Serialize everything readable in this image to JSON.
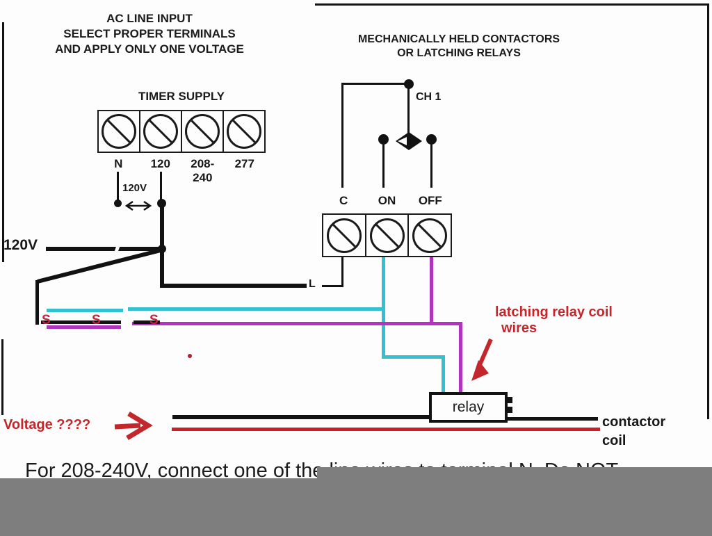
{
  "titles": {
    "ac_line": [
      "AC LINE INPUT",
      "SELECT PROPER TERMINALS",
      "AND APPLY ONLY ONE VOLTAGE"
    ],
    "contactors": [
      "MECHANICALLY HELD CONTACTORS",
      "OR LATCHING RELAYS"
    ]
  },
  "timer": {
    "label": "TIMER SUPPLY",
    "terminals": [
      "N",
      "120",
      "208-240",
      "277"
    ],
    "span_voltage": "120V"
  },
  "feed": {
    "voltage": "120V",
    "line": "L"
  },
  "channel": {
    "label": "CH 1"
  },
  "contactor_terminals": [
    "C",
    "ON",
    "OFF"
  ],
  "marks": [
    "S",
    "S",
    "S"
  ],
  "relay": {
    "label": "relay"
  },
  "notes": {
    "latching_line1": "latching relay coil",
    "latching_line2": "wires",
    "voltage_q": "Voltage ????",
    "contactor": "contactor",
    "coil": "coil"
  },
  "bottom_note": "For 208-240V, connect one of the line wires to terminal N. Do NOT",
  "colors": {
    "wire_black": "#121212",
    "cyan": "#35c0d2",
    "magenta": "#b233c0",
    "red_wire": "#cd2026",
    "annotation_red": "#c4272b",
    "mark_red": "#c2243c",
    "redaction_gray": "#7e7e7e"
  }
}
